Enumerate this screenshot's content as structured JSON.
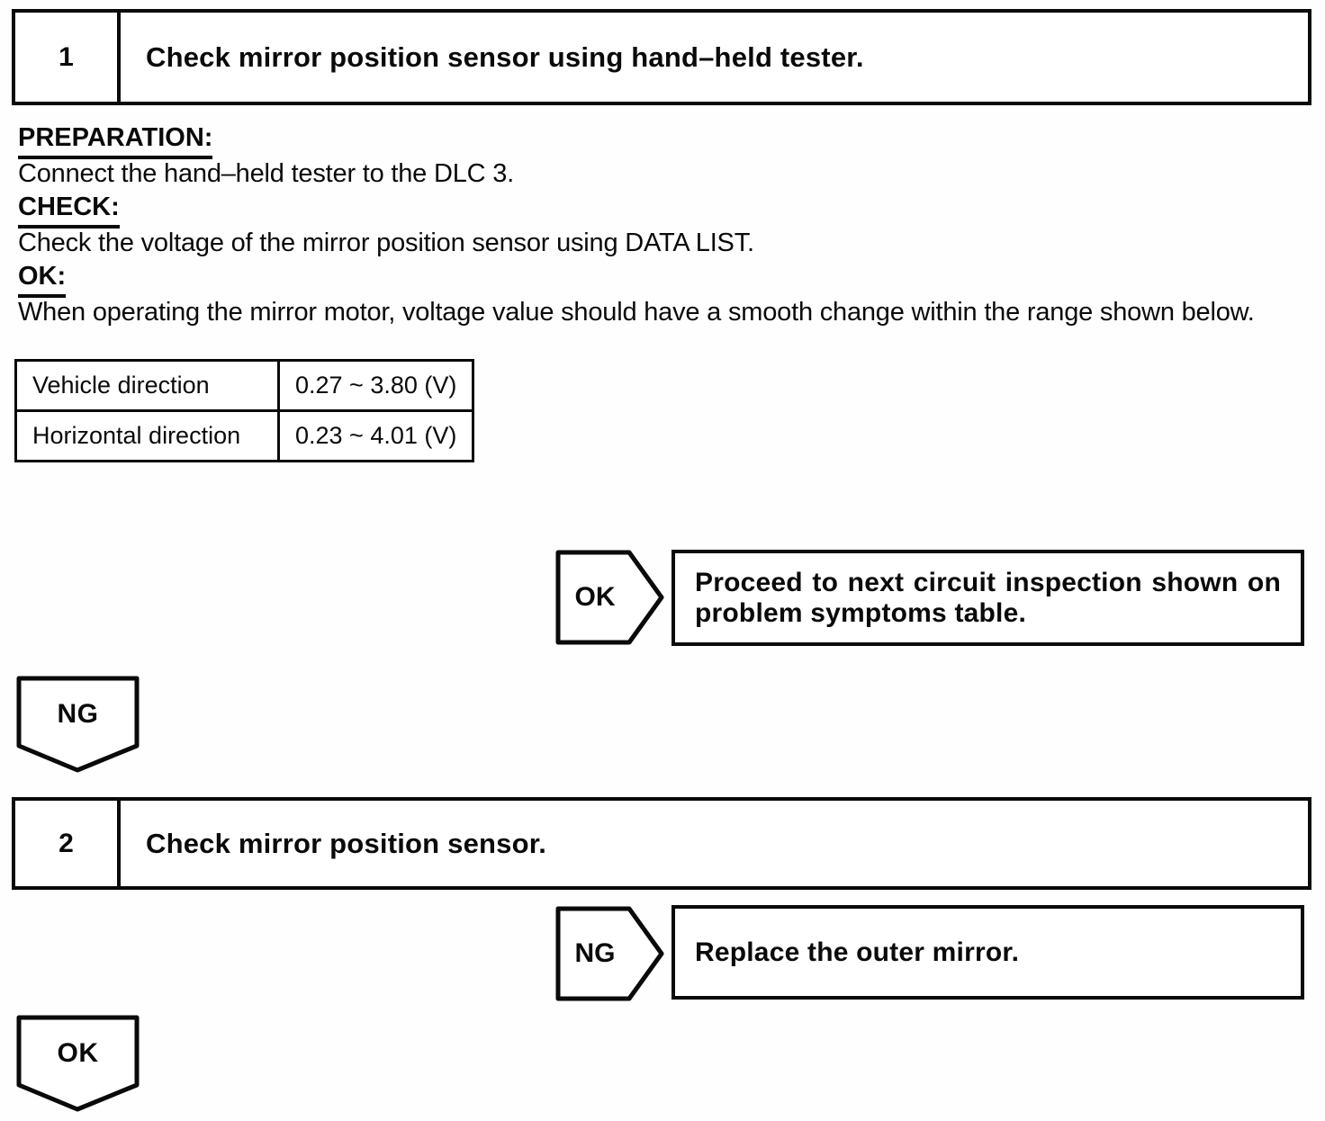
{
  "page": {
    "bg": "#fefefe",
    "ink": "#0a0a0a"
  },
  "step1": {
    "number": "1",
    "title": "Check mirror position sensor using hand–held tester."
  },
  "sections": {
    "preparation": {
      "label": "PREPARATION:",
      "body": "Connect the hand–held tester to the DLC 3."
    },
    "check": {
      "label": "CHECK:",
      "body": "Check the voltage of the mirror position sensor using DATA LIST."
    },
    "ok": {
      "label": "OK:",
      "body": "When operating the mirror motor, voltage value should have a smooth change within the range shown below."
    }
  },
  "spec_table": {
    "rows": [
      {
        "label": "Vehicle direction",
        "value": "0.27 ~ 3.80 (V)"
      },
      {
        "label": "Horizontal direction",
        "value": "0.23 ~ 4.01 (V)"
      }
    ]
  },
  "decision1": {
    "arrow_label": "OK",
    "action_lines": [
      "Proceed to next circuit inspection shown on",
      "problem symptoms table."
    ]
  },
  "connector1": {
    "label": "NG"
  },
  "step2": {
    "number": "2",
    "title": "Check mirror position sensor."
  },
  "decision2": {
    "arrow_label": "NG",
    "action_lines": [
      "Replace the outer mirror."
    ]
  },
  "connector2": {
    "label": "OK"
  }
}
